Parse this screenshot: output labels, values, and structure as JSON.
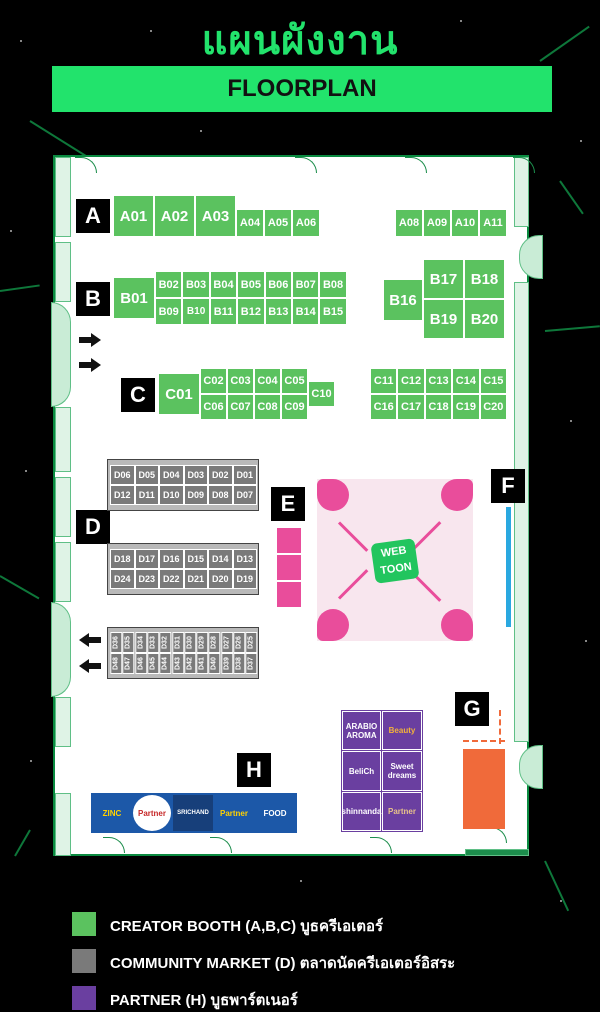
{
  "title_th": "แผนผังงาน",
  "title_en": "FLOORPLAN",
  "colors": {
    "creator": "#5bc25f",
    "community": "#7a7a7a",
    "partner": "#6a3fa0",
    "accent": "#22e36c",
    "stage": "#f8e6ee",
    "pink": "#e94d9b",
    "blue": "#2aa8e0",
    "orange": "#f06a3a"
  },
  "zones": {
    "a": "A",
    "b": "B",
    "c": "C",
    "d": "D",
    "e": "E",
    "f": "F",
    "g": "G",
    "h": "H"
  },
  "booths_a": {
    "a01": "A01",
    "a02": "A02",
    "a03": "A03",
    "a04": "A04",
    "a05": "A05",
    "a06": "A06",
    "a08": "A08",
    "a09": "A09",
    "a10": "A10",
    "a11": "A11"
  },
  "booths_b": {
    "b01": "B01",
    "b02": "B02",
    "b03": "B03",
    "b04": "B04",
    "b05": "B05",
    "b06": "B06",
    "b07": "B07",
    "b08": "B08",
    "b09": "B09",
    "b10": "B10",
    "b11": "B11",
    "b12": "B12",
    "b13": "B13",
    "b14": "B14",
    "b15": "B15",
    "b16": "B16",
    "b17": "B17",
    "b18": "B18",
    "b19": "B19",
    "b20": "B20"
  },
  "booths_c": {
    "c01": "C01",
    "c02": "C02",
    "c03": "C03",
    "c04": "C04",
    "c05": "C05",
    "c06": "C06",
    "c07": "C07",
    "c08": "C08",
    "c09": "C09",
    "c10": "C10",
    "c11": "C11",
    "c12": "C12",
    "c13": "C13",
    "c14": "C14",
    "c15": "C15",
    "c16": "C16",
    "c17": "C17",
    "c18": "C18",
    "c19": "C19",
    "c20": "C20"
  },
  "booths_d": {
    "row1": [
      "D06",
      "D05",
      "D04",
      "D03",
      "D02",
      "D01"
    ],
    "row2": [
      "D12",
      "D11",
      "D10",
      "D09",
      "D08",
      "D07"
    ],
    "row3": [
      "D18",
      "D17",
      "D16",
      "D15",
      "D14",
      "D13"
    ],
    "row4": [
      "D24",
      "D23",
      "D22",
      "D21",
      "D20",
      "D19"
    ],
    "row5": [
      "D36",
      "D35",
      "D34",
      "D33",
      "D32",
      "D31",
      "D30",
      "D29",
      "D28",
      "D27",
      "D26",
      "D25"
    ],
    "row6": [
      "D48",
      "D47",
      "D46",
      "D45",
      "D44",
      "D43",
      "D42",
      "D41",
      "D40",
      "D39",
      "D38",
      "D37"
    ]
  },
  "stage": {
    "logo_top": "WEB",
    "logo_bottom": "TOON"
  },
  "partners_g": {
    "p1": "ARABIO AROMA",
    "p2": "Beauty",
    "p3": "BeliCh",
    "p4": "Sweet dreams",
    "p5": "shinnanda",
    "p6": "Partner"
  },
  "partners_h": {
    "h1": "ZINC",
    "h2": "Partner",
    "h3": "SRICHAND",
    "h4": "Partner",
    "h5": "FOOD"
  },
  "legend": [
    {
      "label": "CREATOR BOOTH (A,B,C) บูธครีเอเตอร์"
    },
    {
      "label": "COMMUNITY MARKET (D) ตลาดนัดครีเอเตอร์อิสระ"
    },
    {
      "label": "PARTNER (H) บูธพาร์ตเนอร์"
    }
  ]
}
